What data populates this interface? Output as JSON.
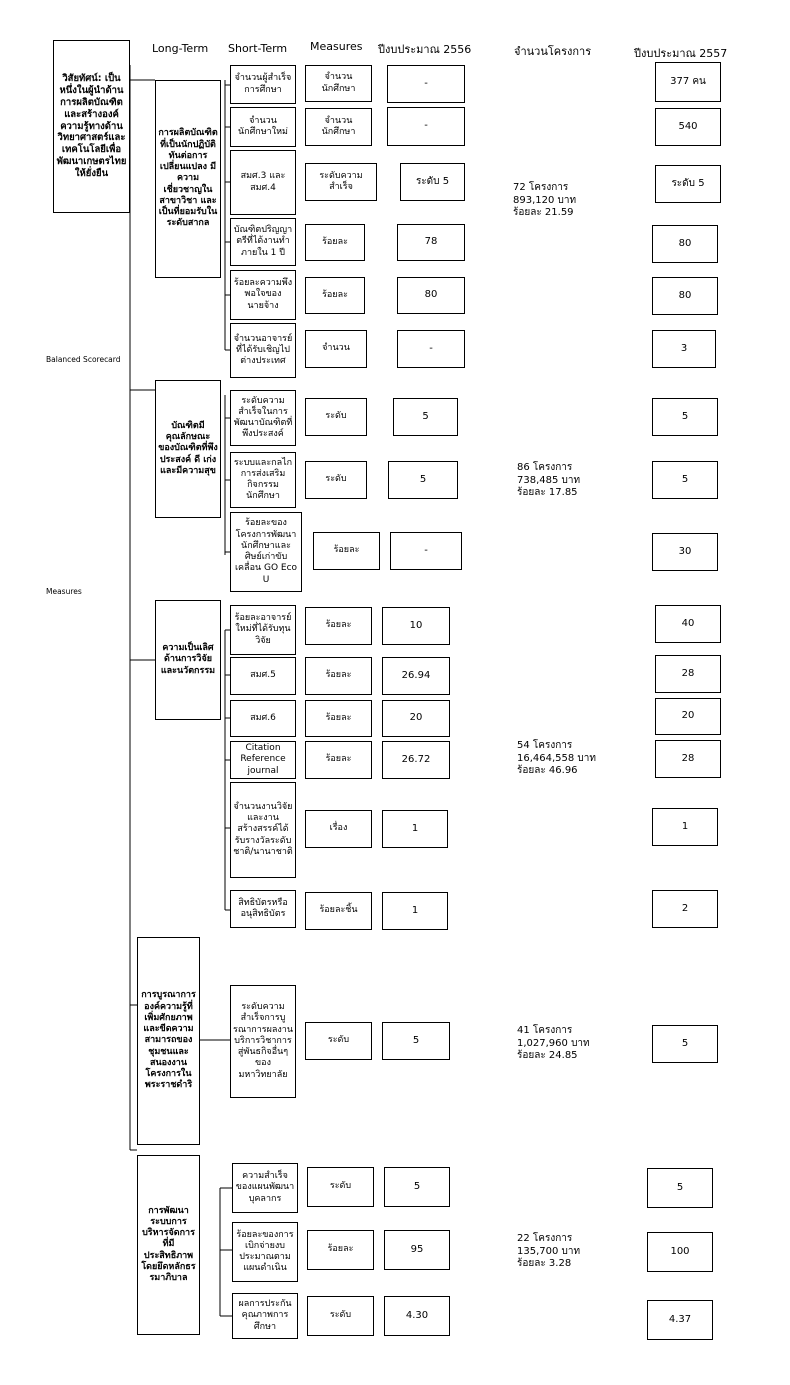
{
  "headers": {
    "long_term": "Long-Term",
    "short_term": "Short-Term",
    "measures": "Measures",
    "budget_2556": "ปีงบประมาณ 2556",
    "projects": "จำนวนโครงการ",
    "budget_2557": "ปีงบประมาณ 2557"
  },
  "side_labels": {
    "balanced_scorecard": "Balanced Scorecard",
    "measures": "Measures"
  },
  "vision": "วิสัยทัศน์: เป็นหนึ่งในผู้นำด้านการผลิตบัณฑิตและสร้างองค์ความรู้ทางด้านวิทยาศาสตร์และเทคโนโลยีเพื่อพัฒนาเกษตรไทยให้ยั่งยืน",
  "long_terms": [
    "การผลิตบัณฑิตที่เป็นนักปฏิบัติ ทันต่อการเปลี่ยนแปลง มีความเชี่ยวชาญในสาขาวิชา และเป็นที่ยอมรับในระดับสากล",
    "บัณฑิตมีคุณลักษณะของบัณฑิตที่พึงประสงค์ ดี เก่ง และมีความสุข",
    "ความเป็นเลิศด้านการวิจัยและนวัตกรรม",
    "การบูรณาการองค์ความรู้ที่เพิ่มศักยภาพและขีดความสามารถของชุมชนและสนองงานโครงการในพระราชดำริ",
    "การพัฒนาระบบการบริหารจัดการที่มีประสิทธิภาพโดยยึดหลักธรรมาภิบาล"
  ],
  "rows": [
    {
      "short_term": "จำนวนผู้สำเร็จการศึกษา",
      "measure": "จำนวนนักศึกษา",
      "value_2556": "-",
      "value_2557": "377 คน"
    },
    {
      "short_term": "จำนวนนักศึกษาใหม่",
      "measure": "จำนวนนักศึกษา",
      "value_2556": "-",
      "value_2557": "540"
    },
    {
      "short_term": "สมศ.3 และสมศ.4",
      "measure": "ระดับความสำเร็จ",
      "value_2556": "ระดับ 5",
      "value_2557": "ระดับ 5"
    },
    {
      "short_term": "บัณฑิตปริญญาตรีที่ได้งานทำภายใน 1 ปี",
      "measure": "ร้อยละ",
      "value_2556": "78",
      "value_2557": "80"
    },
    {
      "short_term": "ร้อยละความพึงพอใจของนายจ้าง",
      "measure": "ร้อยละ",
      "value_2556": "80",
      "value_2557": "80"
    },
    {
      "short_term": "จำนวนอาจารย์ที่ได้รับเชิญไปต่างประเทศ",
      "measure": "จำนวน",
      "value_2556": "-",
      "value_2557": "3"
    },
    {
      "short_term": "ระดับความสำเร็จในการพัฒนาบัณฑิตที่พึงประสงค์",
      "measure": "ระดับ",
      "value_2556": "5",
      "value_2557": "5"
    },
    {
      "short_term": "ระบบและกลไกการส่งเสริมกิจกรรมนักศึกษา",
      "measure": "ระดับ",
      "value_2556": "5",
      "value_2557": "5"
    },
    {
      "short_term": "ร้อยละของโครงการพัฒนานักศึกษาและศิษย์เก่าขับเคลื่อน GO Eco U",
      "measure": "ร้อยละ",
      "value_2556": "-",
      "value_2557": "30"
    },
    {
      "short_term": "ร้อยละอาจารย์ใหม่ที่ได้รับทุนวิจัย",
      "measure": "ร้อยละ",
      "value_2556": "10",
      "value_2557": "40"
    },
    {
      "short_term": "สมศ.5",
      "measure": "ร้อยละ",
      "value_2556": "26.94",
      "value_2557": "28"
    },
    {
      "short_term": "สมศ.6",
      "measure": "ร้อยละ",
      "value_2556": "20",
      "value_2557": "20"
    },
    {
      "short_term": "Citation Reference journal",
      "measure": "ร้อยละ",
      "value_2556": "26.72",
      "value_2557": "28"
    },
    {
      "short_term": "จำนวนงานวิจัยและงานสร้างสรรค์ได้รับรางวัลระดับชาติ/นานาชาติ",
      "measure": "เรื่อง",
      "value_2556": "1",
      "value_2557": "1"
    },
    {
      "short_term": "สิทธิบัตรหรืออนุสิทธิบัตร",
      "measure": "ร้อยละชิ้น",
      "value_2556": "1",
      "value_2557": "2"
    },
    {
      "short_term": "ระดับความสำเร็จการบูรณาการผลงานบริการวิชาการสู่พันธกิจอื่นๆของมหาวิทยาลัย",
      "measure": "ระดับ",
      "value_2556": "5",
      "value_2557": "5"
    },
    {
      "short_term": "ความสำเร็จของแผนพัฒนาบุคลากร",
      "measure": "ระดับ",
      "value_2556": "5",
      "value_2557": "5"
    },
    {
      "short_term": "ร้อยละของการเบิกจ่ายงบประมาณตามแผนดำเนิน",
      "measure": "ร้อยละ",
      "value_2556": "95",
      "value_2557": "100"
    },
    {
      "short_term": "ผลการประกันคุณภาพการศึกษา",
      "measure": "ระดับ",
      "value_2556": "4.30",
      "value_2557": "4.37"
    }
  ],
  "project_notes": [
    {
      "count": "72 โครงการ",
      "amount": "893,120  บาท",
      "percent": "ร้อยละ 21.59"
    },
    {
      "count": "86 โครงการ",
      "amount": "738,485  บาท",
      "percent": "ร้อยละ 17.85"
    },
    {
      "count": "54 โครงการ",
      "amount": "16,464,558  บาท",
      "percent": "ร้อยละ 46.96"
    },
    {
      "count": "41 โครงการ",
      "amount": "1,027,960  บาท",
      "percent": "ร้อยละ 24.85"
    },
    {
      "count": "22 โครงการ",
      "amount": "135,700  บาท",
      "percent": "ร้อยละ 3.28"
    }
  ]
}
